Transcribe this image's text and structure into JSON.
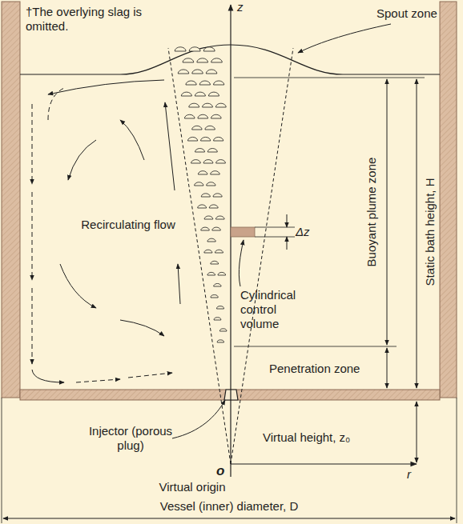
{
  "diagram": {
    "labels": [
      "†The overlying slag is omitted.",
      "Spout zone",
      "Recirculating flow",
      "Cylindrical control volume",
      "Δz",
      "Buoyant plume zone",
      "Static bath height, H",
      "Penetration zone",
      "Injector (porous plug)",
      "Virtual height, z₀",
      "o",
      "Virtual origin",
      "z",
      "r",
      "Vessel (inner) diameter, D"
    ]
  }
}
